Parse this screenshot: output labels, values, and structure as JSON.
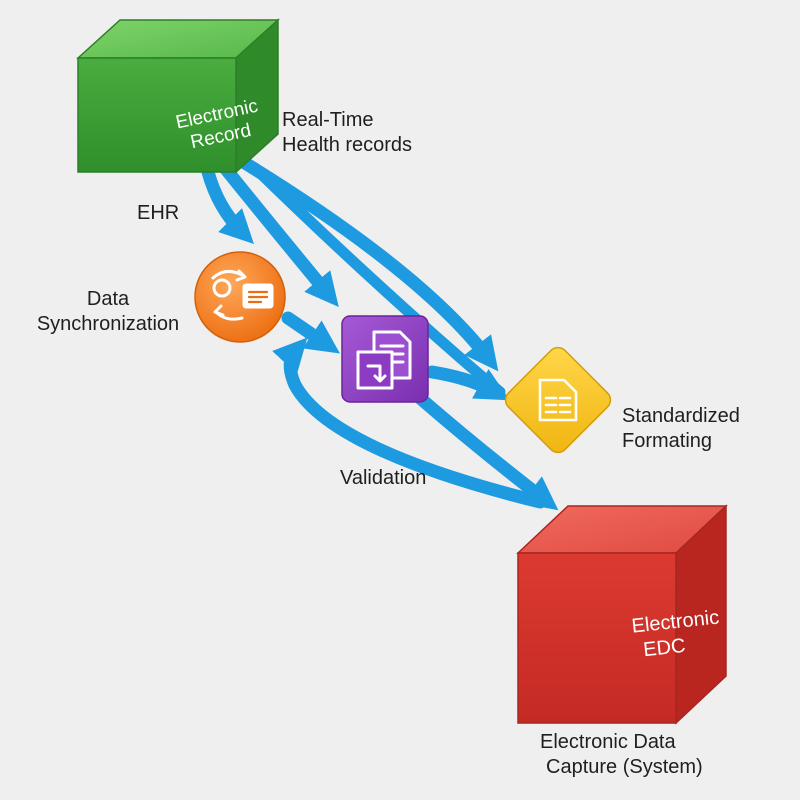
{
  "ehr_cube": {
    "face_lines": [
      "Electronic",
      "Record"
    ],
    "color": "#3fa63a",
    "caption": "EHR",
    "side_label_lines": [
      "Real-Time",
      "Health records"
    ]
  },
  "sync_node": {
    "label_lines": [
      "Data",
      "Synchronization"
    ],
    "color": "#f07d1e",
    "icon": "sync-document-icon"
  },
  "validation_node": {
    "label": "Validation",
    "color": "#8a3fc1",
    "icon": "copy-documents-icon"
  },
  "format_node": {
    "label_lines": [
      "Standardized",
      "Formating"
    ],
    "color": "#f2c31b",
    "icon": "spreadsheet-document-icon"
  },
  "edc_cube": {
    "face_lines": [
      "Electronic",
      "EDC"
    ],
    "color": "#d8302b",
    "caption_lines": [
      "Electronic Data",
      "Capture (System)"
    ]
  },
  "arrow_color": "#1e9be0",
  "background": "#efefef"
}
